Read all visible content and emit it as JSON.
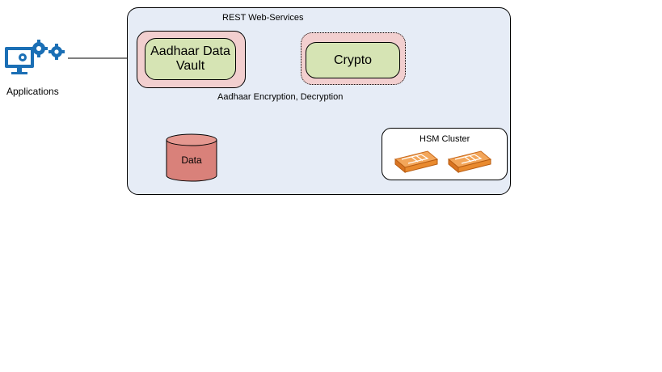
{
  "diagram": {
    "container_label": "REST Web-Services",
    "vault_label": "Aadhaar Data Vault",
    "crypto_label": "Crypto",
    "edge_label": "Aadhaar Encryption, Decryption",
    "hsm_label": "HSM Cluster",
    "database_label": "Data",
    "applications_label": "Applications"
  },
  "colors": {
    "container_fill": "#e6ecf6",
    "outer_fill": "#f2cfcf",
    "inner_fill": "#d6e4b4",
    "database_fill": "#d9817a",
    "icon_blue": "#1b6fb5",
    "hsm_orange": "#e98a2e"
  },
  "icons": [
    "applications-monitor-gears-icon",
    "hsm-device-icon",
    "database-cylinder-icon"
  ]
}
